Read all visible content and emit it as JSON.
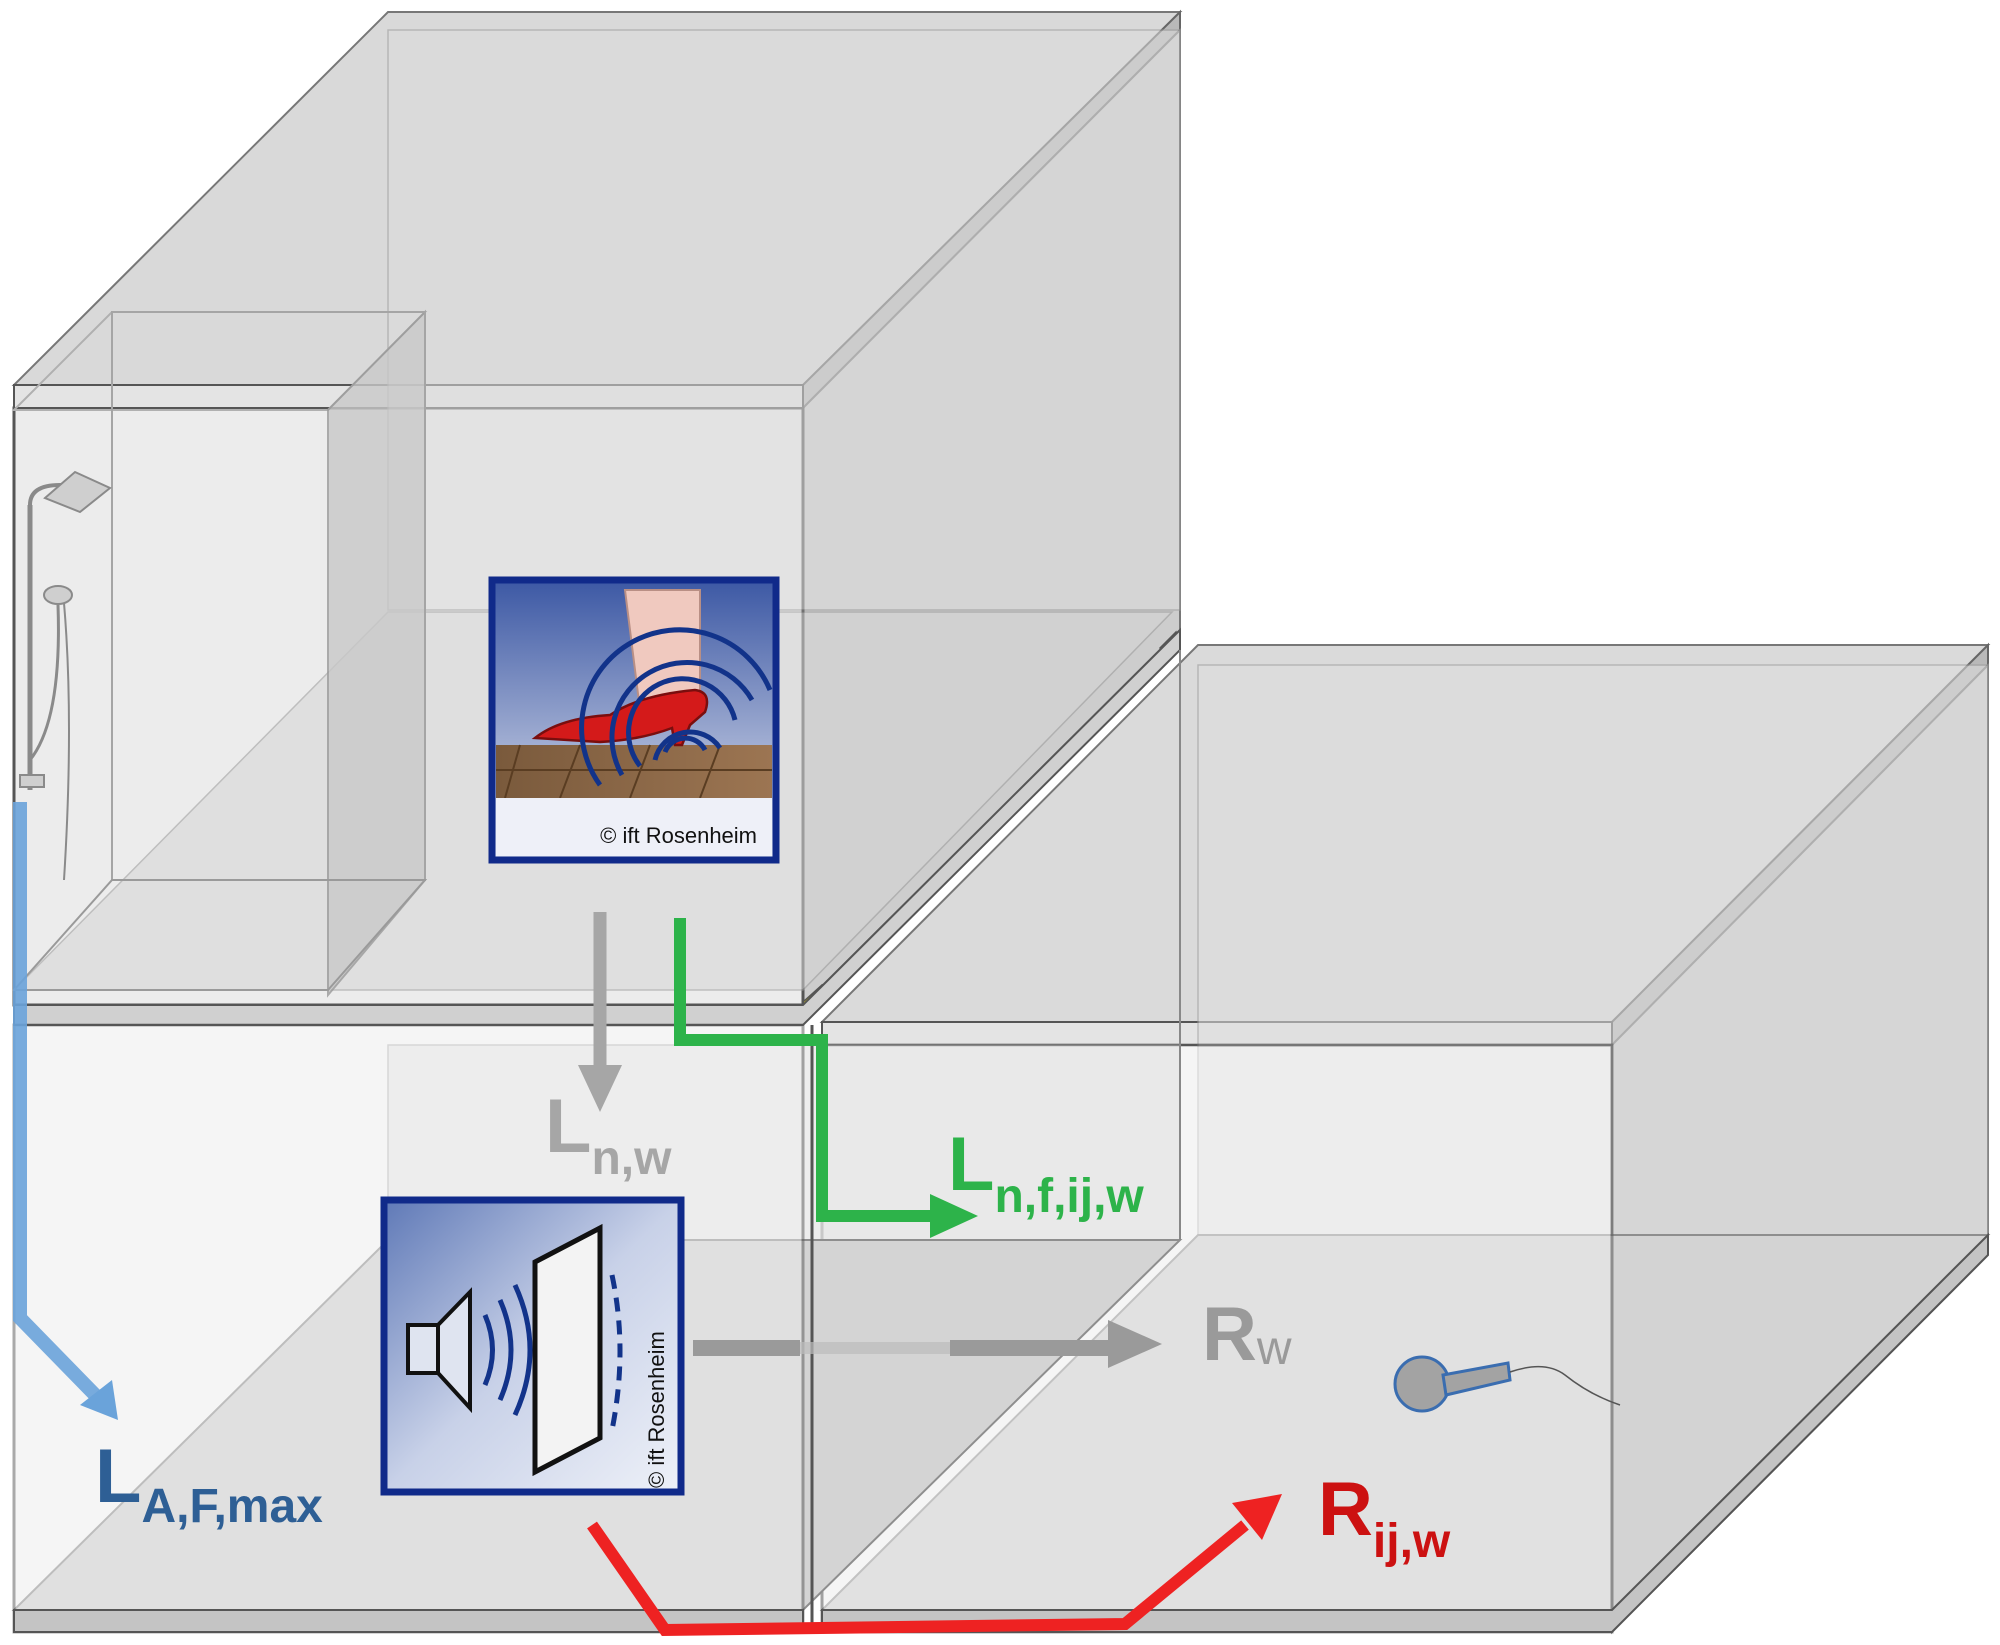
{
  "labels": {
    "impact": {
      "main": "L",
      "sub": "n,w"
    },
    "flanking_impact": {
      "main": "L",
      "sub": "n,f,ij,w"
    },
    "service_equipment": {
      "main": "L",
      "sub": "A,F,max"
    },
    "airborne": {
      "main": "R",
      "sub": "w"
    },
    "flanking_airborne": {
      "main": "R",
      "sub": "ij,w"
    }
  },
  "icons": {
    "impact": {
      "name": "high-heel-footstep-icon",
      "credit": "© ift Rosenheim"
    },
    "airborne": {
      "name": "loudspeaker-wall-icon",
      "credit": "© ift Rosenheim"
    },
    "shower": {
      "name": "shower-icon"
    },
    "microphone": {
      "name": "microphone-icon"
    }
  },
  "colors": {
    "impact": "#a6a6a6",
    "flanking_impact": "#2db34a",
    "service_equipment": "#6aa3da",
    "service_equipment_text": "#2e5f95",
    "airborne": "#9a9a9a",
    "flanking_airborne": "#ee2222",
    "flanking_airborne_text": "#cc1111",
    "icon_border": "#102a8a",
    "resilient_layer": "#f2e200"
  }
}
